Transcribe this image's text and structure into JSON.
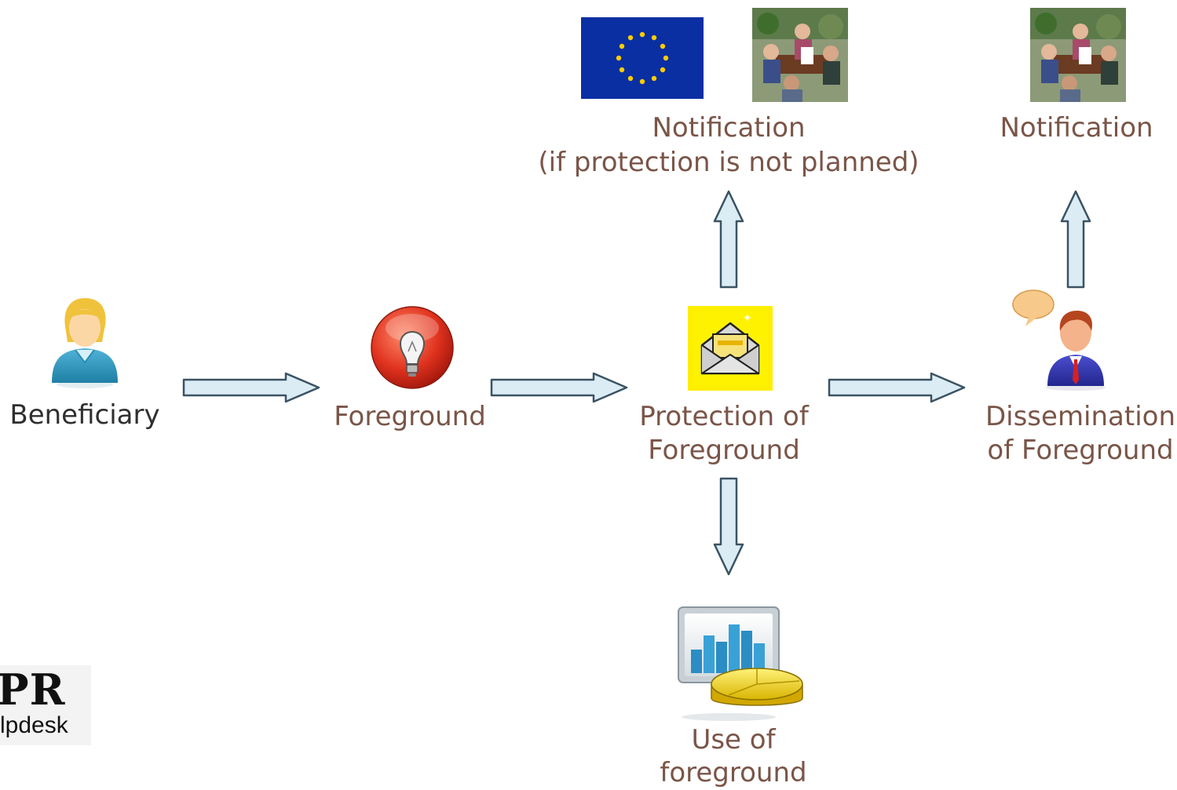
{
  "nodes": {
    "beneficiary": {
      "label": "Beneficiary",
      "icon": "user-woman-icon"
    },
    "foreground": {
      "label": "Foreground",
      "icon": "lightbulb-icon"
    },
    "protection": {
      "line1": "Protection of",
      "line2": "Foreground",
      "icon": "envelope-icon"
    },
    "dissemination": {
      "line1": "Dissemination",
      "line2": "of Foreground",
      "icon": "speaking-person-icon"
    },
    "use": {
      "line1": "Use of",
      "line2": "foreground",
      "icon": "chart-icon"
    },
    "notification_protection": {
      "line1": "Notification",
      "line2": "(if protection is not planned)",
      "icons": [
        "eu-flag-icon",
        "meeting-photo-icon"
      ]
    },
    "notification_dissemination": {
      "line1": "Notification",
      "icon": "meeting-photo-icon"
    }
  },
  "edges": [
    {
      "from": "beneficiary",
      "to": "foreground"
    },
    {
      "from": "foreground",
      "to": "protection"
    },
    {
      "from": "protection",
      "to": "dissemination"
    },
    {
      "from": "protection",
      "to": "notification_protection"
    },
    {
      "from": "protection",
      "to": "use"
    },
    {
      "from": "dissemination",
      "to": "notification_dissemination"
    }
  ],
  "logo": {
    "main": "PR",
    "sub": "lpdesk"
  },
  "colors": {
    "label": "#7a5548",
    "arrow_fill": "#dbecf4",
    "arrow_stroke": "#3a5363",
    "eu_blue": "#003399",
    "eu_star": "#ffcc00"
  }
}
